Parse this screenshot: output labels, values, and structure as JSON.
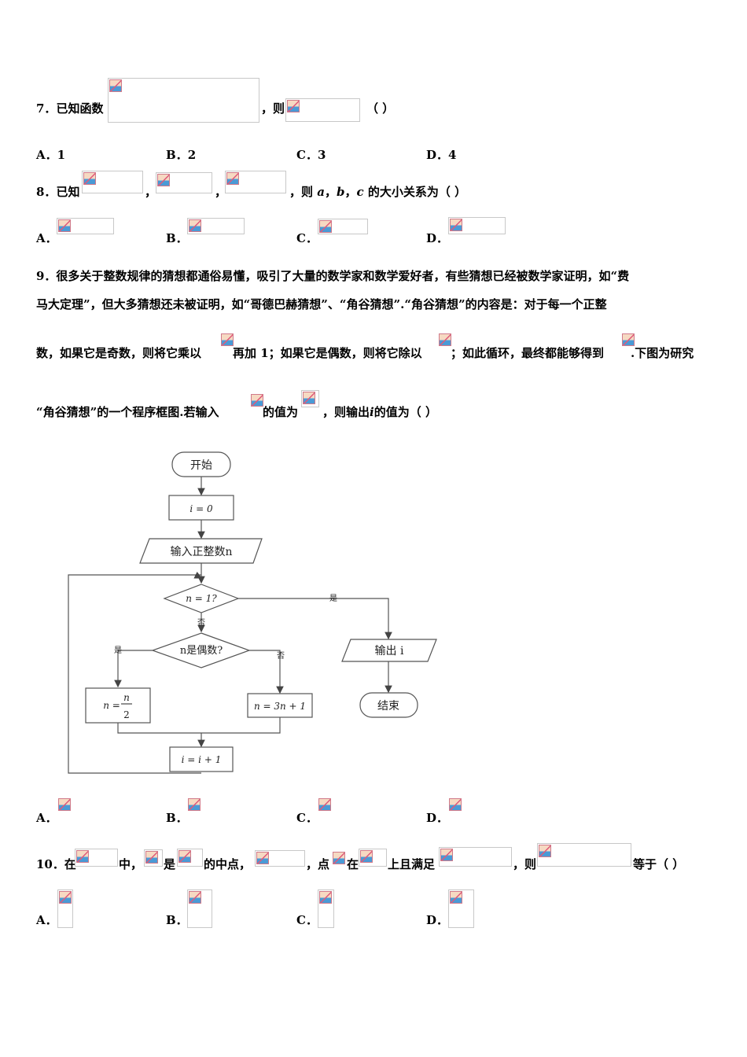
{
  "q7": {
    "number": "7．",
    "stem_a": "已知函数",
    "stem_b": "，则",
    "paren": "（    ）",
    "options": [
      {
        "label": "A．",
        "value": "1"
      },
      {
        "label": "B．",
        "value": "2"
      },
      {
        "label": "C．",
        "value": "3"
      },
      {
        "label": "D．",
        "value": "4"
      }
    ]
  },
  "q8": {
    "number": "8．",
    "stem_a": "已知",
    "comma": "，",
    "stem_b": "，则",
    "var_a": "a",
    "var_b": "b",
    "var_c": "c",
    "stem_c": "的大小关系为（    ）",
    "options": [
      {
        "label": "A．"
      },
      {
        "label": "B．"
      },
      {
        "label": "C．"
      },
      {
        "label": "D．"
      }
    ]
  },
  "q9": {
    "line1": "9．很多关于整数规律的猜想都通俗易懂，吸引了大量的数学家和数学爱好者，有些猜想已经被数学家证明，如“费",
    "line2": "马大定理”，但大多猜想还未被证明，如“哥德巴赫猜想”、“角谷猜想”.“角谷猜想”的内容是：对于每一个正整",
    "line3_a": "数，如果它是奇数，则将它乘以",
    "line3_b": "再加 1；如果它是偶数，则将它除以",
    "line3_c": "；如此循环，最终都能够得到",
    "line3_d": ".下图为研究",
    "line4_a": "“角谷猜想”的一个程序框图.若输入",
    "line4_b": "的值为",
    "line4_c": "，则输出",
    "line4_var": "i",
    "line4_d": "的值为（    ）",
    "options": [
      {
        "label": "A．"
      },
      {
        "label": "B．"
      },
      {
        "label": "C．"
      },
      {
        "label": "D．"
      }
    ]
  },
  "flowchart": {
    "start": "开始",
    "init": "i = 0",
    "input": "输入正整数n",
    "cond1": "n = 1?",
    "yes": "是",
    "no": "否",
    "cond2": "n是偶数?",
    "even_lhs": "n =",
    "even_num": "n",
    "even_den": "2",
    "odd": "n = 3n + 1",
    "incr": "i = i + 1",
    "output": "输出 i",
    "end": "结束"
  },
  "q10": {
    "number": "10．在",
    "t1": "中，",
    "t2": "是",
    "t3": "的中点，",
    "t4": "，点",
    "t5": "在",
    "t6": "上且满足",
    "t7": "，则",
    "t8": "等于（  ）",
    "options": [
      {
        "label": "A．"
      },
      {
        "label": "B．"
      },
      {
        "label": "C．"
      },
      {
        "label": "D．"
      }
    ]
  }
}
